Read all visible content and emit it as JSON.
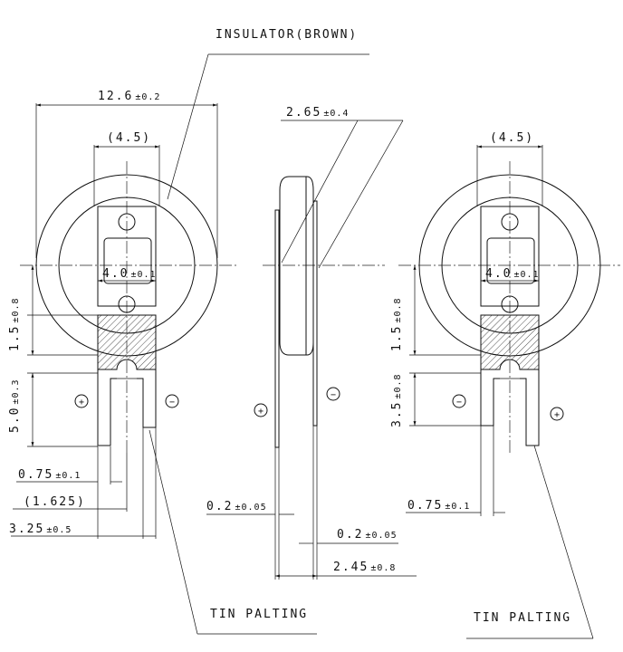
{
  "labels": {
    "insulator": "INSULATOR(BROWN)",
    "tin_plating_left": "TIN PALTING",
    "tin_plating_right": "TIN PALTING",
    "plus": "+",
    "minus": "−"
  },
  "dimensions": {
    "outer_diameter": "12.6",
    "outer_diameter_tol": "±0.2",
    "tab_width_left": "(4.5)",
    "tab_width_right": "(4.5)",
    "hole_pitch_left": "4.0",
    "hole_pitch_left_tol": "±0.1",
    "hole_pitch_right": "4.0",
    "hole_pitch_right_tol": "±0.1",
    "shoulder_left": "1.5",
    "shoulder_left_tol": "±0.8",
    "shoulder_right": "1.5",
    "shoulder_right_tol": "±0.8",
    "lead_left": "5.0",
    "lead_left_tol": "±0.3",
    "lead_right": "3.5",
    "lead_right_tol": "±0.8",
    "lead_width_left": "0.75",
    "lead_width_left_tol": "±0.1",
    "lead_width_right": "0.75",
    "lead_width_right_tol": "±0.1",
    "lead_pitch_ref": "(1.625)",
    "lead_pitch": "3.25",
    "lead_pitch_tol": "±0.5",
    "thickness_top": "2.65",
    "thickness_top_tol": "±0.4",
    "tab_thick_a": "0.2",
    "tab_thick_a_tol": "±0.05",
    "tab_thick_b": "0.2",
    "tab_thick_b_tol": "±0.05",
    "side_span": "2.45",
    "side_span_tol": "±0.8"
  }
}
